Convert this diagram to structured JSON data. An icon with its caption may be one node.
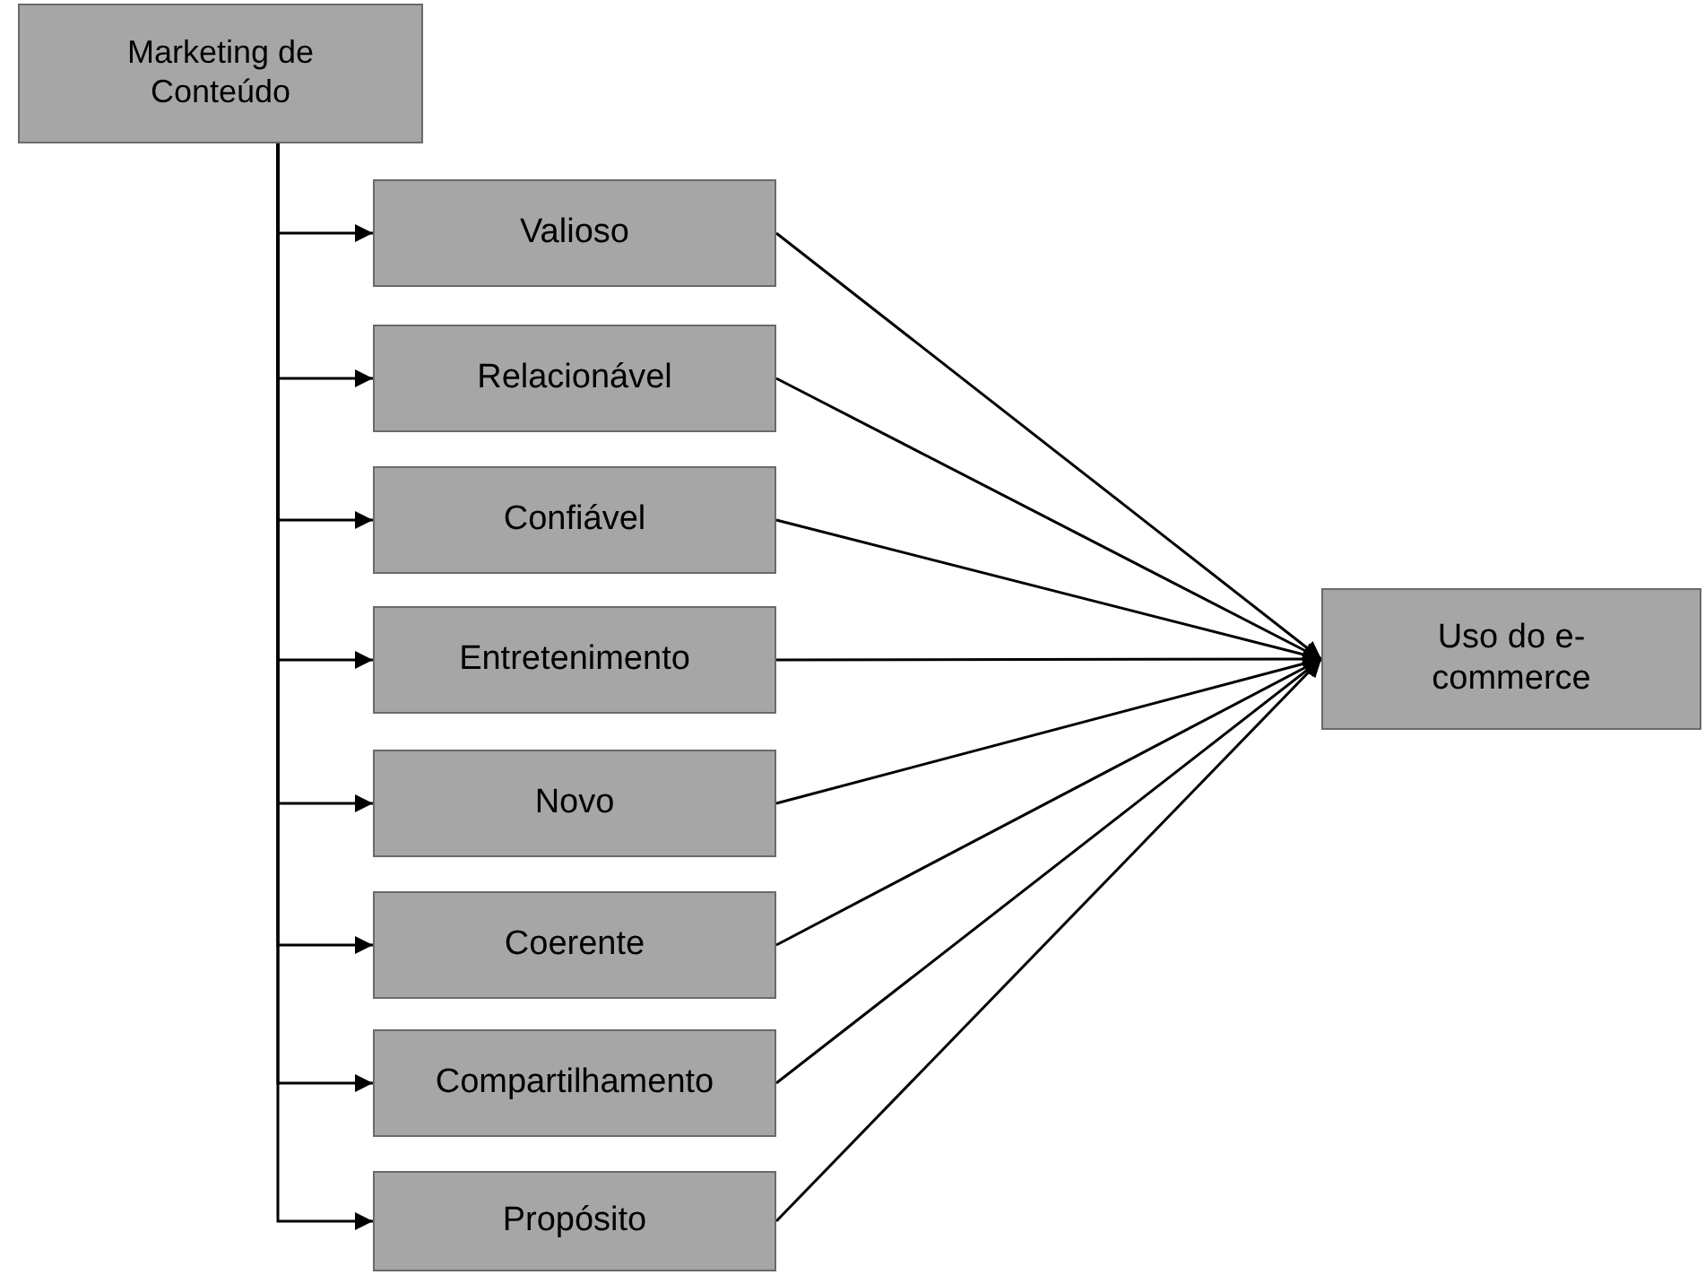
{
  "diagram": {
    "nodes": [
      {
        "text": [
          "Marketing de Conteúdo"
        ]
      },
      {
        "text": [
          "Valioso"
        ]
      },
      {
        "text": [
          "Relacionável"
        ]
      },
      {
        "text": [
          "Confiável"
        ]
      },
      {
        "text": [
          "Entretenimento"
        ]
      },
      {
        "text": [
          "Novo"
        ]
      },
      {
        "text": [
          "Coerente"
        ]
      },
      {
        "text": [
          "Compartilhamento"
        ]
      },
      {
        "text": [
          "Propósito"
        ]
      },
      {
        "text": [
          "Uso do e-commerce"
        ]
      }
    ],
    "edges": [
      {
        "from": 0,
        "to": 1,
        "arrow": "to"
      },
      {
        "from": 0,
        "to": 2,
        "arrow": "to"
      },
      {
        "from": 0,
        "to": 3,
        "arrow": "to"
      },
      {
        "from": 0,
        "to": 4,
        "arrow": "to"
      },
      {
        "from": 0,
        "to": 5,
        "arrow": "to"
      },
      {
        "from": 0,
        "to": 6,
        "arrow": "to"
      },
      {
        "from": 0,
        "to": 7,
        "arrow": "to"
      },
      {
        "from": 0,
        "to": 8,
        "arrow": "to"
      },
      {
        "from": 1,
        "to": 9,
        "arrow": "to"
      },
      {
        "from": 2,
        "to": 9,
        "arrow": "to"
      },
      {
        "from": 3,
        "to": 9,
        "arrow": "to"
      },
      {
        "from": 4,
        "to": 9,
        "arrow": "to"
      },
      {
        "from": 5,
        "to": 9,
        "arrow": "to"
      },
      {
        "from": 6,
        "to": 9,
        "arrow": "to"
      },
      {
        "from": 7,
        "to": 9,
        "arrow": "to"
      },
      {
        "from": 8,
        "to": 9,
        "arrow": "to"
      }
    ]
  }
}
